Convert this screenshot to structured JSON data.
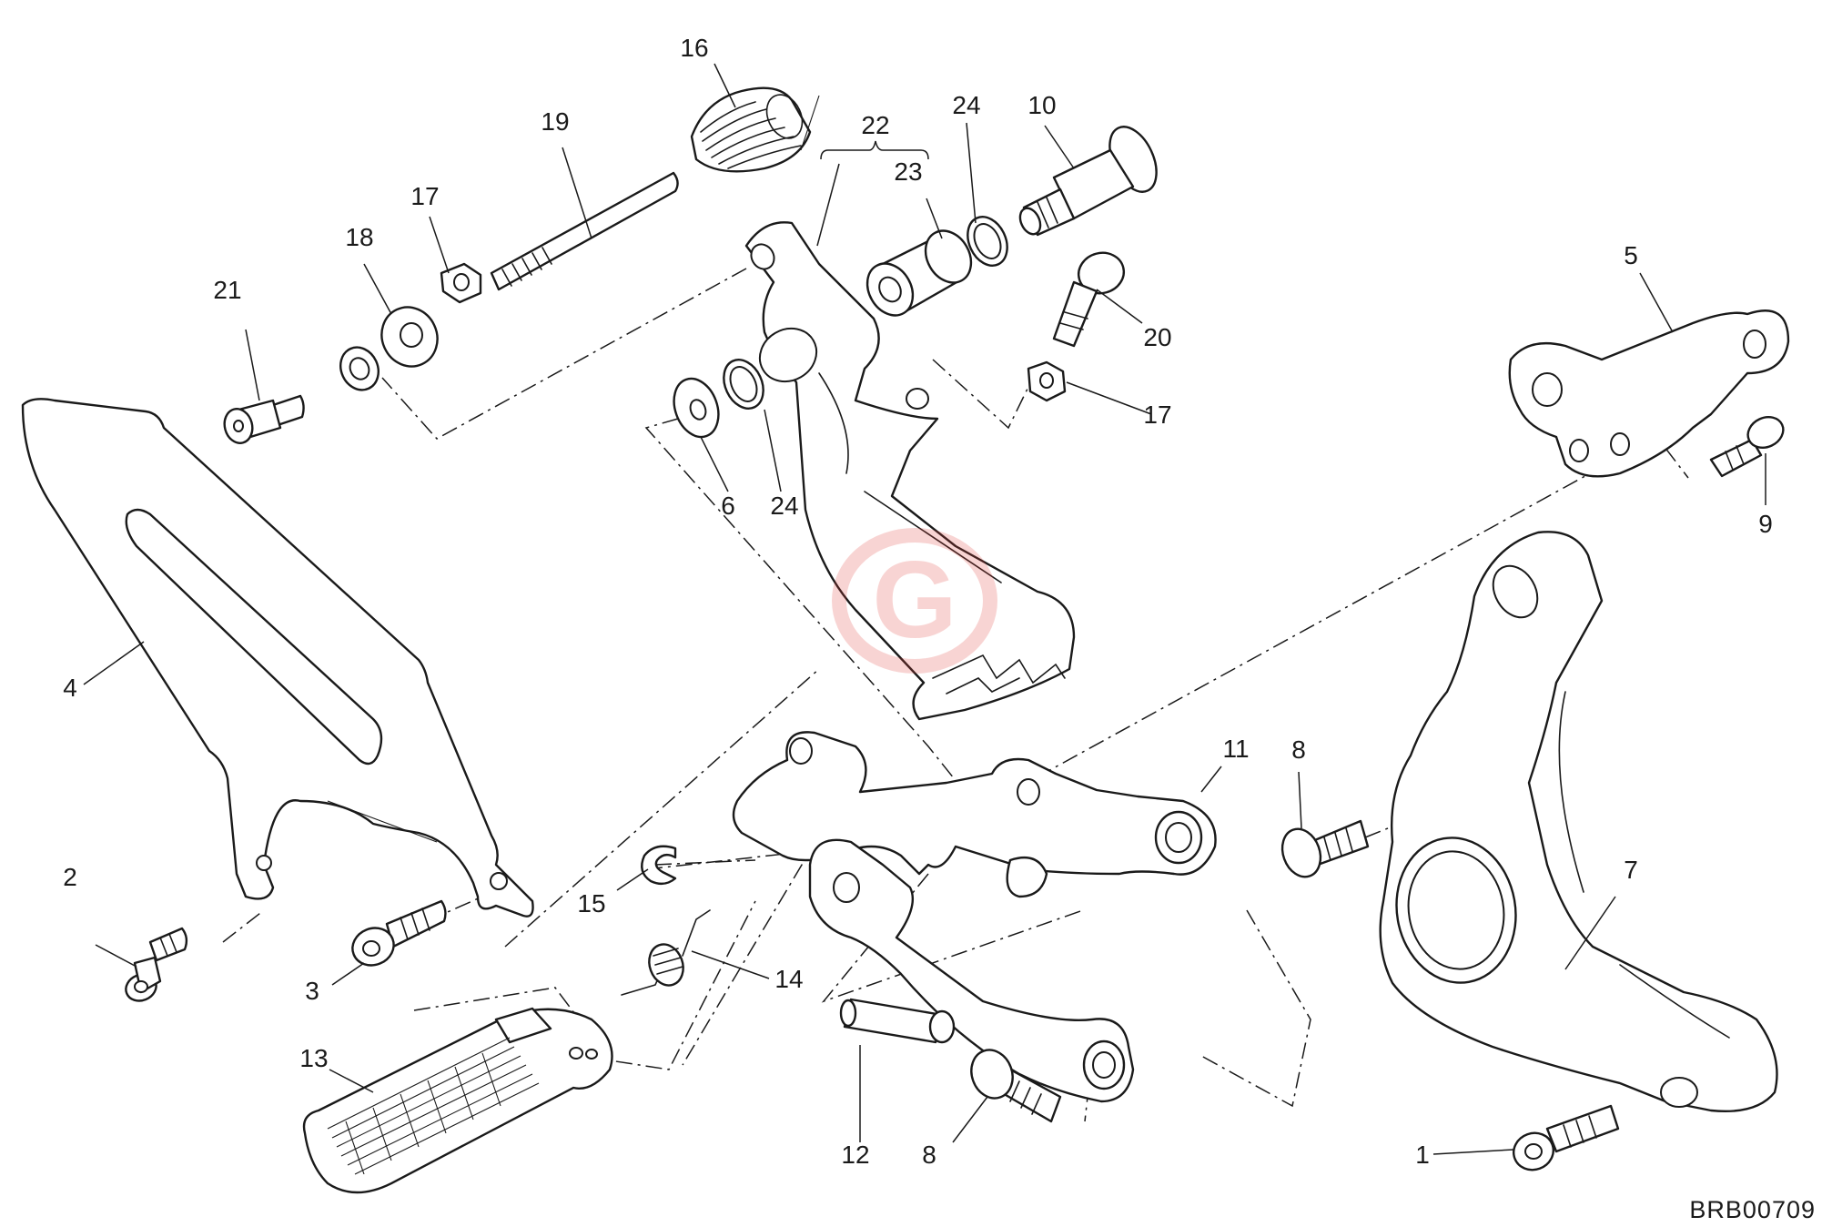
{
  "diagram": {
    "drawing_code": "BRB00709",
    "watermark_letter": "G",
    "watermark_color": "#e3413a",
    "line_color": "#1a1a1a",
    "callouts": [
      {
        "id": "c1",
        "text": "1"
      },
      {
        "id": "c2",
        "text": "2"
      },
      {
        "id": "c3",
        "text": "3"
      },
      {
        "id": "c4",
        "text": "4"
      },
      {
        "id": "c5",
        "text": "5"
      },
      {
        "id": "c6",
        "text": "6"
      },
      {
        "id": "c7",
        "text": "7"
      },
      {
        "id": "c8a",
        "text": "8"
      },
      {
        "id": "c8b",
        "text": "8"
      },
      {
        "id": "c9",
        "text": "9"
      },
      {
        "id": "c10",
        "text": "10"
      },
      {
        "id": "c11",
        "text": "11"
      },
      {
        "id": "c12",
        "text": "12"
      },
      {
        "id": "c13",
        "text": "13"
      },
      {
        "id": "c14",
        "text": "14"
      },
      {
        "id": "c15",
        "text": "15"
      },
      {
        "id": "c16",
        "text": "16"
      },
      {
        "id": "c17a",
        "text": "17"
      },
      {
        "id": "c17b",
        "text": "17"
      },
      {
        "id": "c18",
        "text": "18"
      },
      {
        "id": "c19",
        "text": "19"
      },
      {
        "id": "c20",
        "text": "20"
      },
      {
        "id": "c21",
        "text": "21"
      },
      {
        "id": "c22",
        "text": "22"
      },
      {
        "id": "c23",
        "text": "23"
      },
      {
        "id": "c24a",
        "text": "24"
      },
      {
        "id": "c24b",
        "text": "24"
      }
    ]
  }
}
